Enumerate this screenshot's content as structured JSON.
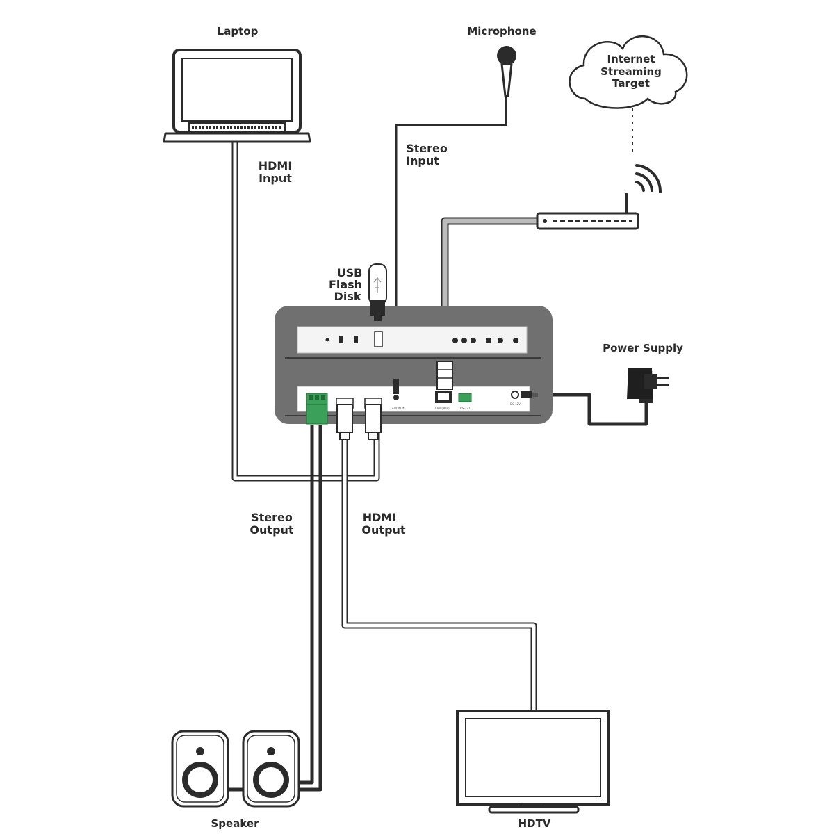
{
  "devices": {
    "laptop": "Laptop",
    "microphone": "Microphone",
    "internet_line1": "Internet",
    "internet_line2": "Streaming",
    "internet_line3": "Target",
    "usb_line1": "USB",
    "usb_line2": "Flash",
    "usb_line3": "Disk",
    "power_supply": "Power Supply",
    "speaker": "Speaker",
    "hdtv": "HDTV"
  },
  "connections": {
    "hdmi_input_line1": "HDMI",
    "hdmi_input_line2": "Input",
    "stereo_input_line1": "Stereo",
    "stereo_input_line2": "Input",
    "stereo_output_line1": "Stereo",
    "stereo_output_line2": "Output",
    "hdmi_output_line1": "HDMI",
    "hdmi_output_line2": "Output"
  },
  "colors": {
    "outline": "#2b2b2b",
    "device_body": "#707070",
    "panel": "#f4f4f4",
    "terminal_green": "#3aa05a",
    "cable_gray": "#9a9a9a"
  },
  "icons": [
    "laptop-icon",
    "microphone-icon",
    "cloud-icon",
    "wifi-icon",
    "router-icon",
    "usb-flash-icon",
    "power-adapter-icon",
    "speaker-icon",
    "tv-icon"
  ]
}
